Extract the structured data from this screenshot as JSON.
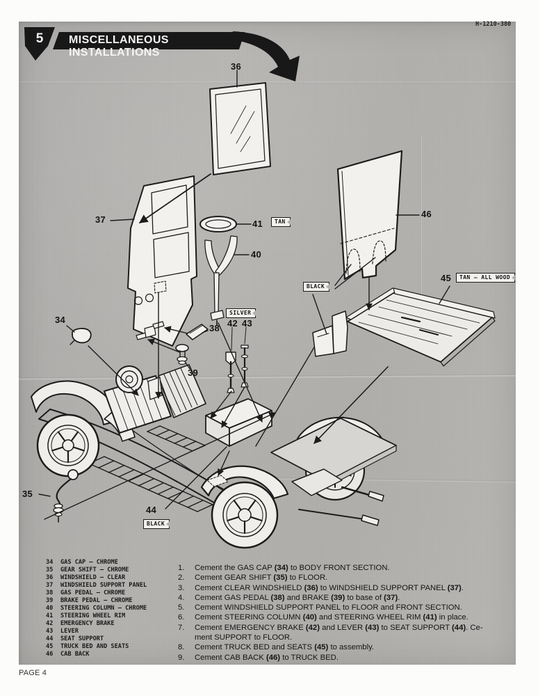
{
  "page": {
    "doc_number": "H-1210-380",
    "page_label": "PAGE 4"
  },
  "header": {
    "step_number": "5",
    "title": "MISCELLANEOUS INSTALLATIONS"
  },
  "diagram": {
    "callouts": {
      "c34": "34",
      "c35": "35",
      "c36": "36",
      "c37": "37",
      "c38": "38",
      "c39": "39",
      "c40": "40",
      "c41": "41",
      "c42": "42",
      "c43": "43",
      "c44": "44",
      "c45": "45",
      "c46": "46"
    },
    "flags": {
      "tan": "TAN",
      "tan_all_wood": "TAN — ALL WOOD",
      "silver": "SILVER",
      "black_cab": "BLACK",
      "black_seat": "BLACK"
    }
  },
  "parts_list": [
    {
      "num": "34",
      "name": "GAS CAP — CHROME"
    },
    {
      "num": "35",
      "name": "GEAR SHIFT — CHROME"
    },
    {
      "num": "36",
      "name": "WINDSHIELD — CLEAR"
    },
    {
      "num": "37",
      "name": "WINDSHIELD SUPPORT PANEL"
    },
    {
      "num": "38",
      "name": "GAS PEDAL — CHROME"
    },
    {
      "num": "39",
      "name": "BRAKE PEDAL — CHROME"
    },
    {
      "num": "40",
      "name": "STEERING COLUMN — CHROME"
    },
    {
      "num": "41",
      "name": "STEERING WHEEL RIM"
    },
    {
      "num": "42",
      "name": "EMERGENCY BRAKE"
    },
    {
      "num": "43",
      "name": "LEVER"
    },
    {
      "num": "44",
      "name": "SEAT SUPPORT"
    },
    {
      "num": "45",
      "name": "TRUCK BED AND SEATS"
    },
    {
      "num": "46",
      "name": "CAB BACK"
    }
  ],
  "instructions": [
    {
      "num": "1.",
      "text": "Cement the GAS CAP **(34)** to BODY FRONT SECTION."
    },
    {
      "num": "2.",
      "text": "Cement GEAR SHIFT **(35)** to FLOOR."
    },
    {
      "num": "3.",
      "text": "Cement CLEAR WINDSHIELD **(36)** to WINDSHIELD SUPPORT PANEL **(37)**."
    },
    {
      "num": "4.",
      "text": "Cement GAS PEDAL **(38)** and BRAKE **(39)** to base of **(37)**."
    },
    {
      "num": "5.",
      "text": "Cement WINDSHIELD SUPPORT PANEL to FLOOR and FRONT SECTION."
    },
    {
      "num": "6.",
      "text": "Cement STEERING COLUMN **(40)** and STEERING WHEEL RIM **(41)** in place."
    },
    {
      "num": "7.",
      "text": "Cement EMERGENCY BRAKE **(42)** and LEVER **(43)** to SEAT SUPPORT **(44)**. Ce-\nment SUPPORT to FLOOR."
    },
    {
      "num": "8.",
      "text": "Cement TRUCK BED and SEATS **(45)** to assembly."
    },
    {
      "num": "9.",
      "text": "Cement CAB BACK **(46)** to TRUCK BED."
    }
  ]
}
